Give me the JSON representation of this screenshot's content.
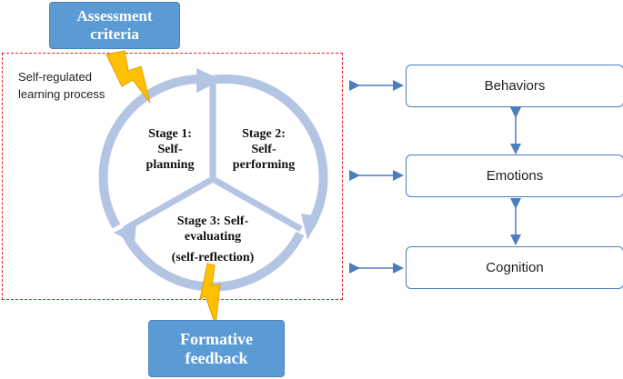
{
  "top_box": {
    "line1": "Assessment",
    "line2": "criteria"
  },
  "bottom_box": {
    "line1": "Formative",
    "line2": "feedback"
  },
  "srl_label": {
    "line1": "Self-regulated",
    "line2": "learning process"
  },
  "stages": {
    "s1": {
      "line1": "Stage 1:",
      "line2": "Self-",
      "line3": "planning"
    },
    "s2": {
      "line1": "Stage 2:",
      "line2": "Self-",
      "line3": "performing"
    },
    "s3": {
      "line1": "Stage 3: Self-",
      "line2": "evaluating",
      "line3": "(self-reflection)"
    }
  },
  "right_boxes": [
    "Behaviors",
    "Emotions",
    "Cognition"
  ],
  "colors": {
    "box_blue": "#5b9bd5",
    "cycle": "#b4c5e4",
    "dashed": "#e02020",
    "lightning": "#ffc000",
    "arrow": "#5b8fd0"
  }
}
